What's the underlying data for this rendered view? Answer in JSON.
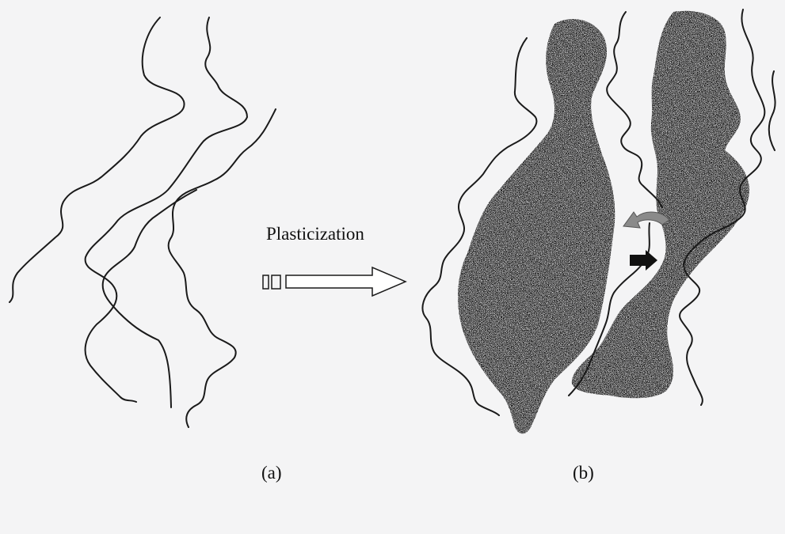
{
  "process_label": "Plasticization",
  "panel_a_label": "(a)",
  "panel_b_label": "(b)",
  "colors": {
    "background": "#f4f4f5",
    "lines": "#1a1a1a",
    "domain_fill": "#111111",
    "swirl_arrow": "#8a8a8a"
  },
  "icons": {
    "process_arrow": "hollow-right-arrow",
    "small_arrow": "solid-right-arrow",
    "curved_arrow": "curved-left-arrow"
  }
}
